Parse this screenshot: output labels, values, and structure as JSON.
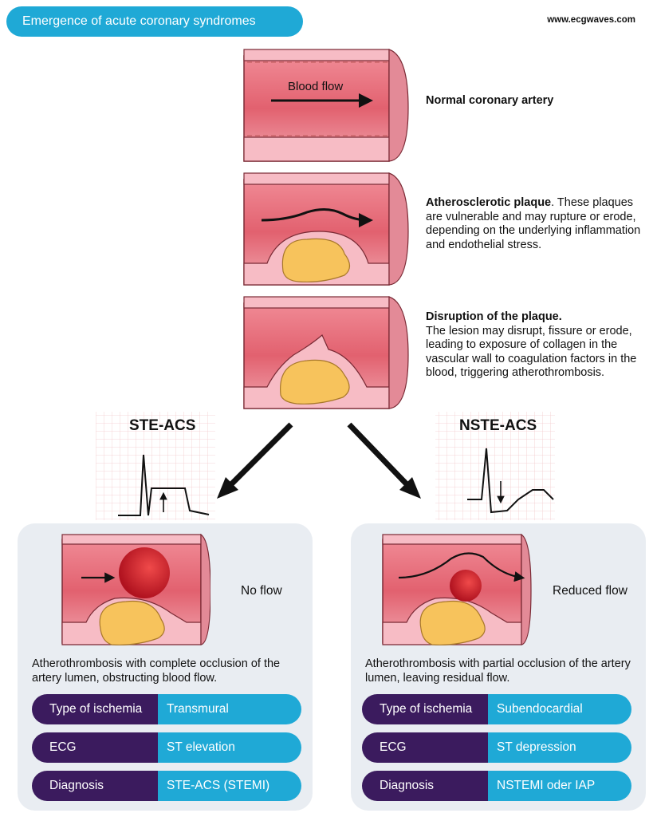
{
  "header": {
    "title": "Emergence of acute coronary syndromes",
    "source": "www.ecgwaves.com"
  },
  "stages": [
    {
      "label": "Blood flow",
      "title": "Normal coronary artery",
      "text": ""
    },
    {
      "title": "Atherosclerotic plaque",
      "text": ". These plaques are vulnerable and may rupture or erode, depending on the underlying inflammation and endothelial stress."
    },
    {
      "title": "Disruption of the plaque.",
      "text": "The lesion may disrupt, fissure or erode, leading to exposure of collagen in the vascular wall to coagulation factors in the blood, triggering atherothrombosis."
    }
  ],
  "branches": [
    {
      "acs_label": "STE-ACS",
      "flow_label": "No flow",
      "caption": "Atherothrombosis with complete occlusion of the artery lumen, obstructing blood flow.",
      "rows": [
        {
          "key": "Type of ischemia",
          "value": "Transmural"
        },
        {
          "key": "ECG",
          "value": "ST elevation"
        },
        {
          "key": "Diagnosis",
          "value": "STE-ACS (STEMI)"
        }
      ]
    },
    {
      "acs_label": "NSTE-ACS",
      "flow_label": "Reduced flow",
      "caption": "Atherothrombosis with partial occlusion of the artery lumen, leaving residual flow.",
      "rows": [
        {
          "key": "Type of ischemia",
          "value": "Subendocardial"
        },
        {
          "key": "ECG",
          "value": "ST depression"
        },
        {
          "key": "Diagnosis",
          "value": "NSTEMI oder IAP"
        }
      ]
    }
  ],
  "colors": {
    "accent": "#1fa9d6",
    "dark": "#3b1b5e",
    "panel": "#e9edf2",
    "artery_wall": "#f5b5bf",
    "lumen": "#e56f7c",
    "plaque": "#f7c35c",
    "thrombus": "#d92a38"
  }
}
